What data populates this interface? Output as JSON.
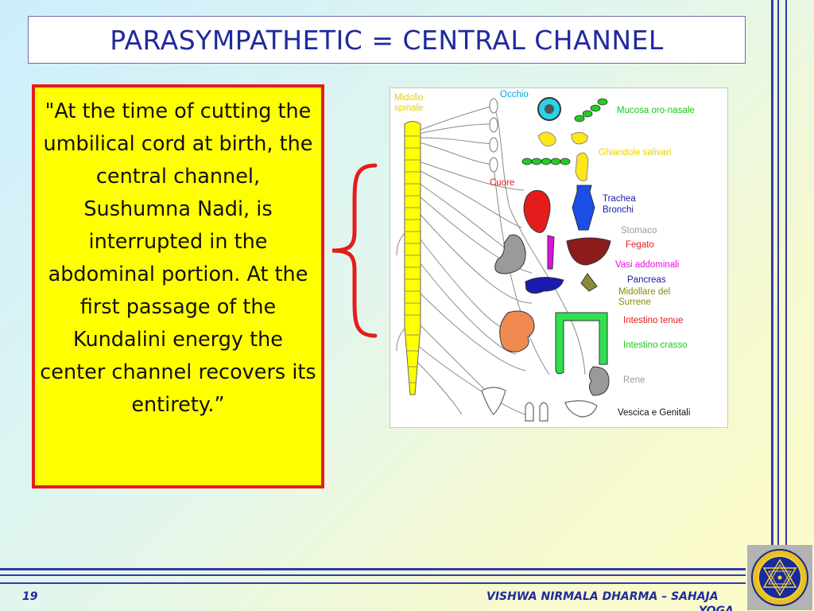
{
  "slide": {
    "title": "PARASYMPATHETIC = CENTRAL CHANNEL",
    "quote": "\"At the time of cutting the umbilical cord at birth, the central channel, Sushumna Nadi, is interrupted in the abdominal portion. At the first passage of the Kundalini energy the center channel recovers its entirety.”",
    "page_number": "19",
    "footer_line1": "VISHWA NIRMALA DHARMA – SAHAJA",
    "footer_line2": "YOGA"
  },
  "diagram": {
    "labels": {
      "midollo": "Midollo",
      "spinale": "spinale",
      "occhio": "Occhio",
      "mucosa": "Mucosa oro-nasale",
      "ghiandole": "Ghiandole salivari",
      "cuore": "Cuore",
      "trachea": "Trachea",
      "bronchi": "Bronchi",
      "stomaco": "Stomaco",
      "fegato": "Fegato",
      "vasi": "Vasi addominali",
      "pancreas": "Pancreas",
      "midollare": "Midollare del",
      "surrene": "Surrene",
      "intestino_tenue": "Intestino tenue",
      "intestino_crasso": "Intestino crasso",
      "rene": "Rene",
      "vescica": "Vescica e Genitali"
    }
  },
  "colors": {
    "title_text": "#1f2a9e",
    "quote_bg": "#ffff00",
    "quote_border": "#e61c1c",
    "brace": "#e61c1c",
    "spine": "#ffff00",
    "label_yellow": "#e6d200",
    "label_cyan": "#00a8d8",
    "label_green": "#18c818",
    "label_red": "#e61c1c",
    "label_blue": "#1a1aa8",
    "label_magenta": "#e010e0",
    "label_olive": "#8a8a00",
    "label_gray": "#9a9a9a"
  },
  "icons": {
    "logo": "sri-yantra-icon"
  }
}
